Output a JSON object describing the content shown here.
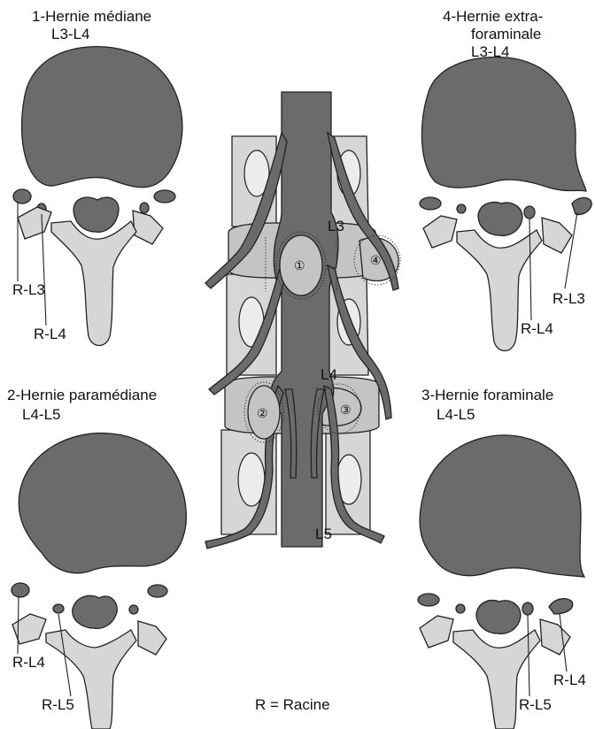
{
  "colors": {
    "dark": "#6b6b6b",
    "light": "#d6d6d6",
    "disc": "#c4c4c4"
  },
  "panels": {
    "p1": {
      "title": "1-Hernie médiane",
      "level": "L3-L4",
      "root_a": "R-L3",
      "root_b": "R-L4"
    },
    "p2": {
      "title": "2-Hernie paramédiane",
      "level": "L4-L5",
      "root_a": "R-L4",
      "root_b": "R-L5"
    },
    "p3": {
      "title": "3-Hernie foraminale",
      "level": "L4-L5",
      "root_a": "R-L4",
      "root_b": "R-L5"
    },
    "p4": {
      "title_line1": "4-Hernie extra-",
      "title_line2": "foraminale",
      "level": "L3-L4",
      "root_a": "R-L3",
      "root_b": "R-L4"
    }
  },
  "center": {
    "vertebra_l3": "L3",
    "vertebra_l4": "L4",
    "vertebra_l5": "L5",
    "markers": [
      "①",
      "②",
      "③",
      "④"
    ]
  },
  "legend": "R = Racine"
}
